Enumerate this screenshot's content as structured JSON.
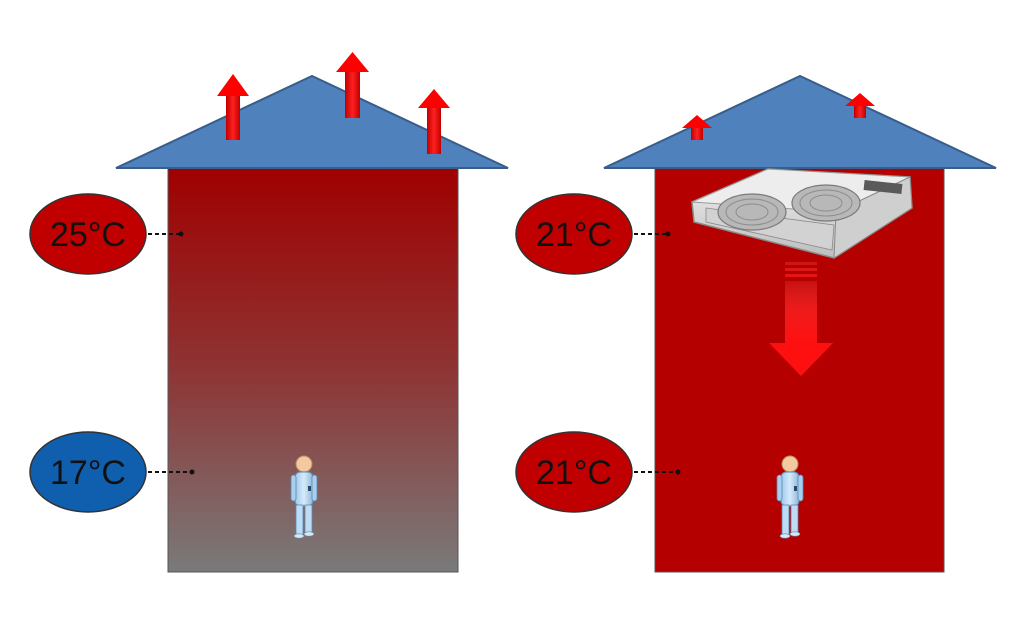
{
  "colors": {
    "roof": "#4F81BD",
    "roof_stroke": "#385D8A",
    "warm": "#C00000",
    "cool": "#0F5FAE",
    "arrow": "#FF0000",
    "room_warm_top": "#A00000",
    "room_cool_bottom": "#7A7A7A",
    "room_uniform": "#B50000"
  },
  "left_building": {
    "top_temperature": "25°C",
    "bottom_temperature": "17°C",
    "roof_heat_loss": "large"
  },
  "right_building": {
    "top_temperature": "21°C",
    "bottom_temperature": "21°C",
    "roof_heat_loss": "small",
    "device": "ceiling-destratification-fan-unit"
  },
  "icons": {
    "person": "person-icon",
    "heat_arrow": "heat-loss-arrow-icon",
    "airflow": "downward-airflow-arrow-icon",
    "fan": "ceiling-fan-unit-icon"
  }
}
